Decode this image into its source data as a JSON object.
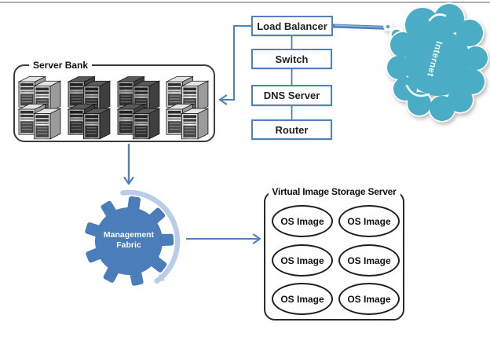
{
  "colors": {
    "accent_blue": "#4f81bd",
    "gear_blue": "#4a7db9",
    "arc_light": "#b9cde8",
    "cloud_teal": "#4bacc6",
    "outline_dark": "#2b2b2b",
    "box_text": "#1f1f1f"
  },
  "network_chain": {
    "load_balancer": "Load Balancer",
    "switch": "Switch",
    "dns_server": "DNS Server",
    "router": "Router"
  },
  "internet": {
    "label": "Internet"
  },
  "server_bank": {
    "label": "Server Bank",
    "cluster_count": 4
  },
  "management_fabric": {
    "line1": "Management",
    "line2": "Fabric"
  },
  "storage": {
    "label": "Virtual Image Storage Server",
    "os_images": [
      "OS Image",
      "OS Image",
      "OS Image",
      "OS Image",
      "OS Image",
      "OS Image"
    ]
  }
}
